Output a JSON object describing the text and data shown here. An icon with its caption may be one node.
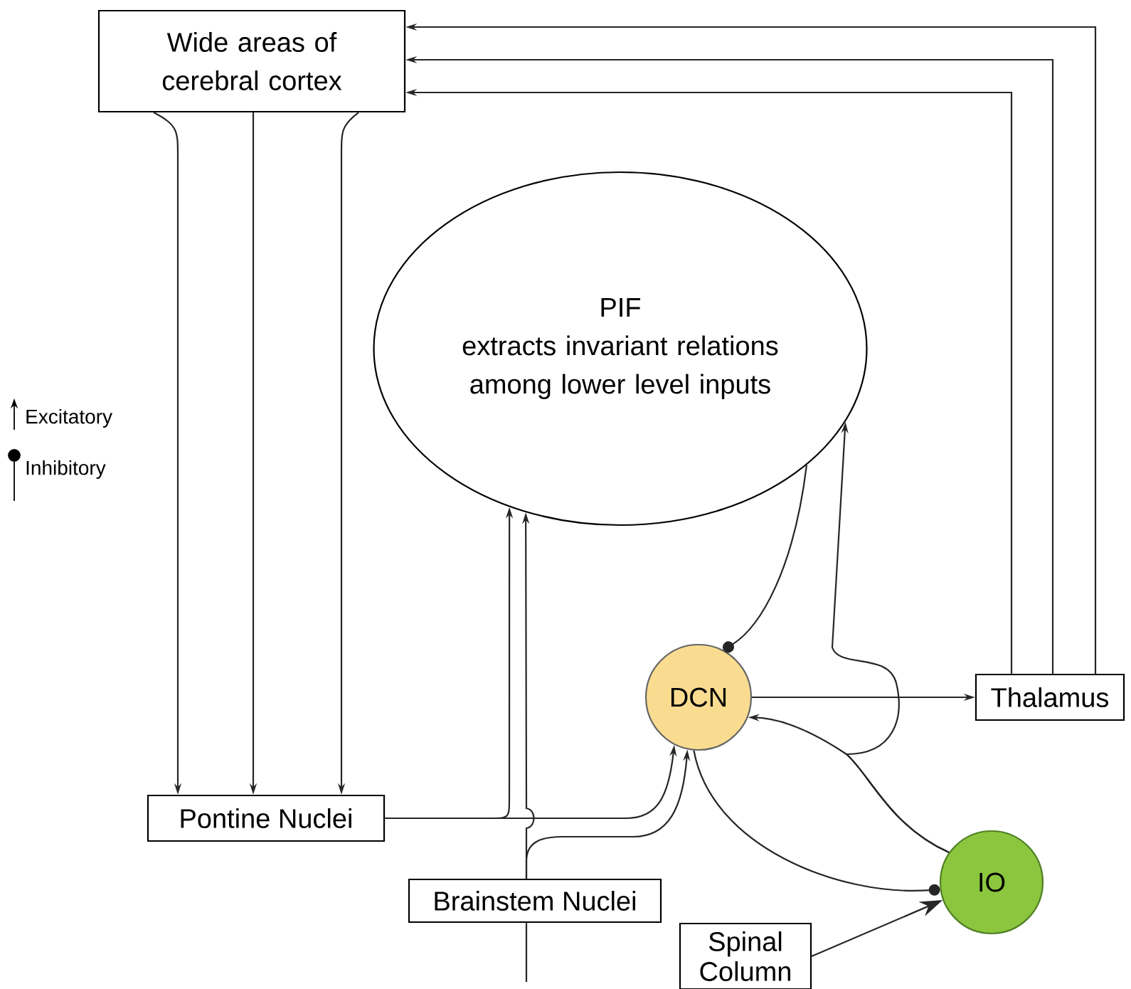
{
  "diagram": {
    "nodes": [
      {
        "text": [
          "Wide areas of cerebral cortex"
        ]
      },
      {
        "text": [
          "PIF",
          "extracts invariant relations among lower level inputs"
        ]
      },
      {
        "text": [
          "DCN"
        ]
      },
      {
        "text": [
          "Thalamus"
        ]
      },
      {
        "text": [
          "Pontine Nuclei"
        ]
      },
      {
        "text": [
          "Brainstem Nuclei"
        ]
      },
      {
        "text": [
          "Spinal Column"
        ]
      },
      {
        "text": [
          "IO"
        ]
      }
    ],
    "edges": [
      {
        "from": 0,
        "to": 4,
        "arrow": "to"
      },
      {
        "from": 0,
        "to": 4,
        "arrow": "to"
      },
      {
        "from": 0,
        "to": 4,
        "arrow": "to"
      },
      {
        "from": 3,
        "to": 0,
        "arrow": "to"
      },
      {
        "from": 3,
        "to": 0,
        "arrow": "to"
      },
      {
        "from": 3,
        "to": 0,
        "arrow": "to"
      },
      {
        "from": 4,
        "to": 1,
        "arrow": "to"
      },
      {
        "from": 4,
        "to": 2,
        "arrow": "to"
      },
      {
        "from": 5,
        "to": 1,
        "arrow": "to"
      },
      {
        "from": 5,
        "to": 2,
        "arrow": "to"
      },
      {
        "from": null,
        "to": 5,
        "arrow": "none"
      },
      {
        "from": 1,
        "to": 2,
        "arrow": "other"
      },
      {
        "from": 2,
        "to": 3,
        "arrow": "to"
      },
      {
        "from": 7,
        "to": 2,
        "arrow": "to"
      },
      {
        "from": 7,
        "to": 1,
        "arrow": "to"
      },
      {
        "from": 2,
        "to": 7,
        "arrow": "other"
      },
      {
        "from": 6,
        "to": 7,
        "arrow": "to"
      }
    ],
    "legend": [
      {
        "text": "Excitatory"
      },
      {
        "text": "Inhibitory"
      }
    ]
  }
}
